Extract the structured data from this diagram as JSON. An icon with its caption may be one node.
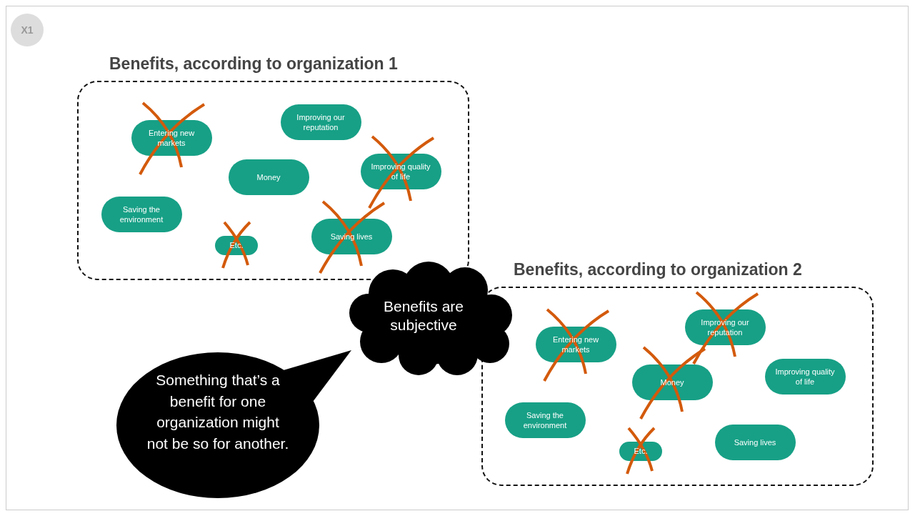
{
  "diagram": {
    "nodes": [
      {
        "text": [
          "X1"
        ]
      },
      {
        "text": [
          "Benefits, according to organization 1"
        ]
      },
      {
        "text": [
          "Improving our reputation"
        ],
        "in": 1
      },
      {
        "text": [
          "Entering new markets"
        ],
        "in": 1
      },
      {
        "text": [
          "Improving quality of life"
        ],
        "in": 1
      },
      {
        "text": [
          "Money"
        ],
        "in": 1
      },
      {
        "text": [
          "Saving the environment"
        ],
        "in": 1
      },
      {
        "text": [
          "Saving lives"
        ],
        "in": 1
      },
      {
        "text": [
          "Etc."
        ],
        "in": 1
      },
      {
        "text": [
          "Benefits, according to organization 2"
        ]
      },
      {
        "text": [
          "Improving our reputation"
        ],
        "in": 9
      },
      {
        "text": [
          "Entering new markets"
        ],
        "in": 9
      },
      {
        "text": [
          "Improving quality of life"
        ],
        "in": 9
      },
      {
        "text": [
          "Money"
        ],
        "in": 9
      },
      {
        "text": [
          "Saving the environment"
        ],
        "in": 9
      },
      {
        "text": [
          "Saving lives"
        ],
        "in": 9
      },
      {
        "text": [
          "Etc."
        ],
        "in": 9
      },
      {
        "text": [
          "Benefits are subjective"
        ]
      },
      {
        "text": [
          "Something that’s a benefit for one organization might not be so for another."
        ]
      }
    ],
    "edges": []
  }
}
